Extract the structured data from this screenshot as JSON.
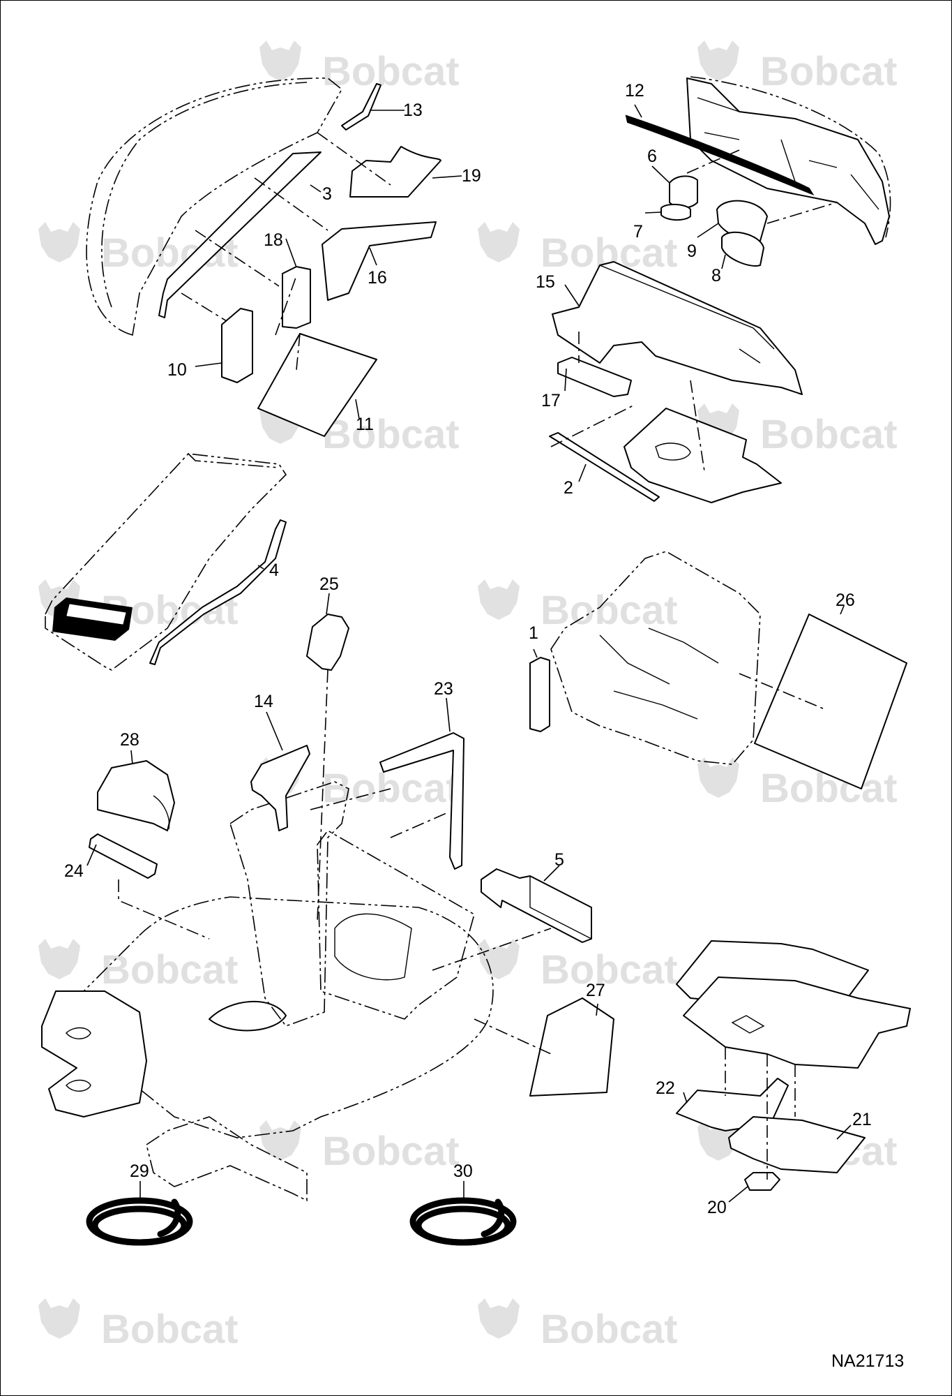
{
  "brand": {
    "watermark_text": "Bobcat",
    "watermark_color": "#c8c8c8",
    "logo_icon": "bobcat-head-icon"
  },
  "diagram": {
    "document_id": "NA21713",
    "callouts": [
      {
        "id": "c1",
        "label": "1"
      },
      {
        "id": "c2",
        "label": "2"
      },
      {
        "id": "c3",
        "label": "3"
      },
      {
        "id": "c4",
        "label": "4"
      },
      {
        "id": "c5",
        "label": "5"
      },
      {
        "id": "c6",
        "label": "6"
      },
      {
        "id": "c7",
        "label": "7"
      },
      {
        "id": "c8",
        "label": "8"
      },
      {
        "id": "c9",
        "label": "9"
      },
      {
        "id": "c10",
        "label": "10"
      },
      {
        "id": "c11",
        "label": "11"
      },
      {
        "id": "c12",
        "label": "12"
      },
      {
        "id": "c13",
        "label": "13"
      },
      {
        "id": "c14",
        "label": "14"
      },
      {
        "id": "c15",
        "label": "15"
      },
      {
        "id": "c16",
        "label": "16"
      },
      {
        "id": "c17",
        "label": "17"
      },
      {
        "id": "c18",
        "label": "18"
      },
      {
        "id": "c19",
        "label": "19"
      },
      {
        "id": "c20",
        "label": "20"
      },
      {
        "id": "c21",
        "label": "21"
      },
      {
        "id": "c22",
        "label": "22"
      },
      {
        "id": "c23",
        "label": "23"
      },
      {
        "id": "c24",
        "label": "24"
      },
      {
        "id": "c25",
        "label": "25"
      },
      {
        "id": "c26",
        "label": "26"
      },
      {
        "id": "c27",
        "label": "27"
      },
      {
        "id": "c28",
        "label": "28"
      },
      {
        "id": "c29",
        "label": "29"
      },
      {
        "id": "c30",
        "label": "30"
      }
    ]
  }
}
